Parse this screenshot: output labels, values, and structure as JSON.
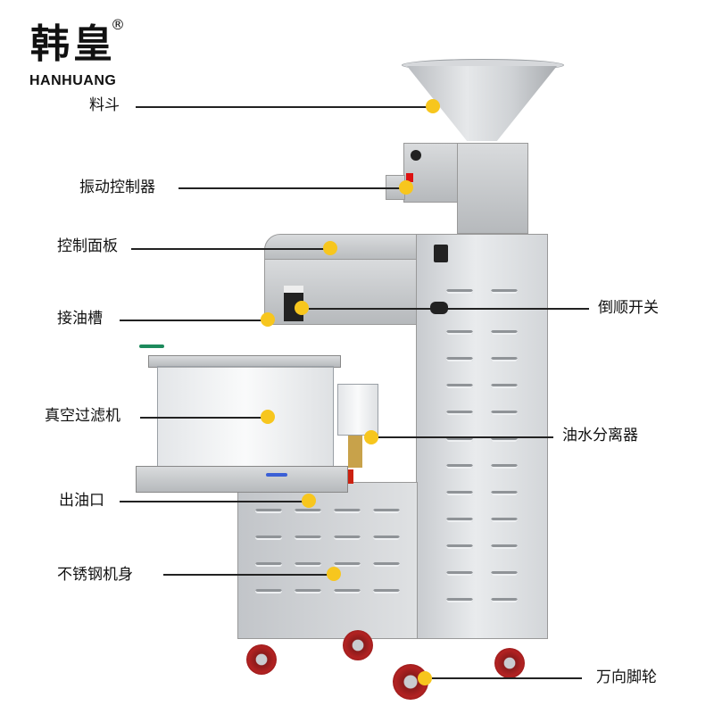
{
  "brand": {
    "name_cn": "韩皇",
    "registered_mark": "®",
    "name_en": "HANHUANG"
  },
  "callouts": [
    {
      "id": "hopper",
      "label": "料斗",
      "side": "left"
    },
    {
      "id": "vibration-controller",
      "label": "振动控制器",
      "side": "left"
    },
    {
      "id": "control-panel",
      "label": "控制面板",
      "side": "left"
    },
    {
      "id": "oil-tray",
      "label": "接油槽",
      "side": "left"
    },
    {
      "id": "reverse-switch",
      "label": "倒顺开关",
      "side": "right"
    },
    {
      "id": "vacuum-filter",
      "label": "真空过滤机",
      "side": "left"
    },
    {
      "id": "oil-water-separator",
      "label": "油水分离器",
      "side": "right"
    },
    {
      "id": "oil-outlet",
      "label": "出油口",
      "side": "left"
    },
    {
      "id": "stainless-body",
      "label": "不锈钢机身",
      "side": "left"
    },
    {
      "id": "caster-wheels",
      "label": "万向脚轮",
      "side": "right"
    }
  ],
  "colors": {
    "callout_dot": "#f7c61e",
    "callout_line": "#222222",
    "wheel": "#b22222"
  }
}
